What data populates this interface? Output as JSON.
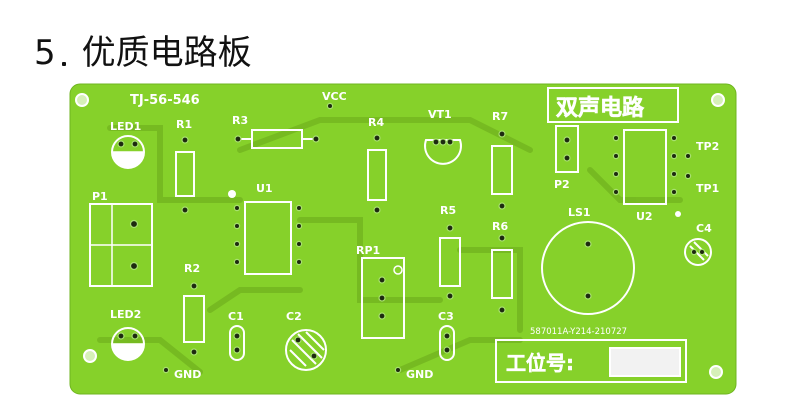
{
  "heading": {
    "number": "5",
    "title": "优质电路板"
  },
  "board": {
    "model": "TJ-56-546",
    "circuit_name": "双声电路",
    "serial": "587011A-Y214-210727",
    "station_label": "工位号:",
    "labels": {
      "vcc": "VCC",
      "led1": "LED1",
      "led2": "LED2",
      "p1": "P1",
      "p2": "P2",
      "r1": "R1",
      "r2": "R2",
      "r3": "R3",
      "r4": "R4",
      "r5": "R5",
      "r6": "R6",
      "r7": "R7",
      "u1": "U1",
      "u2": "U2",
      "vt1": "VT1",
      "rp1": "RP1",
      "c1": "C1",
      "c2": "C2",
      "c3": "C3",
      "c4": "C4",
      "ls1": "LS1",
      "tp1": "TP1",
      "tp2": "TP2",
      "gnd_left": "GND",
      "gnd_right": "GND"
    }
  },
  "colors": {
    "board": "#86d12a",
    "trace": "#73b51f",
    "silk": "#ffffff",
    "pad": "#1d2a10"
  }
}
